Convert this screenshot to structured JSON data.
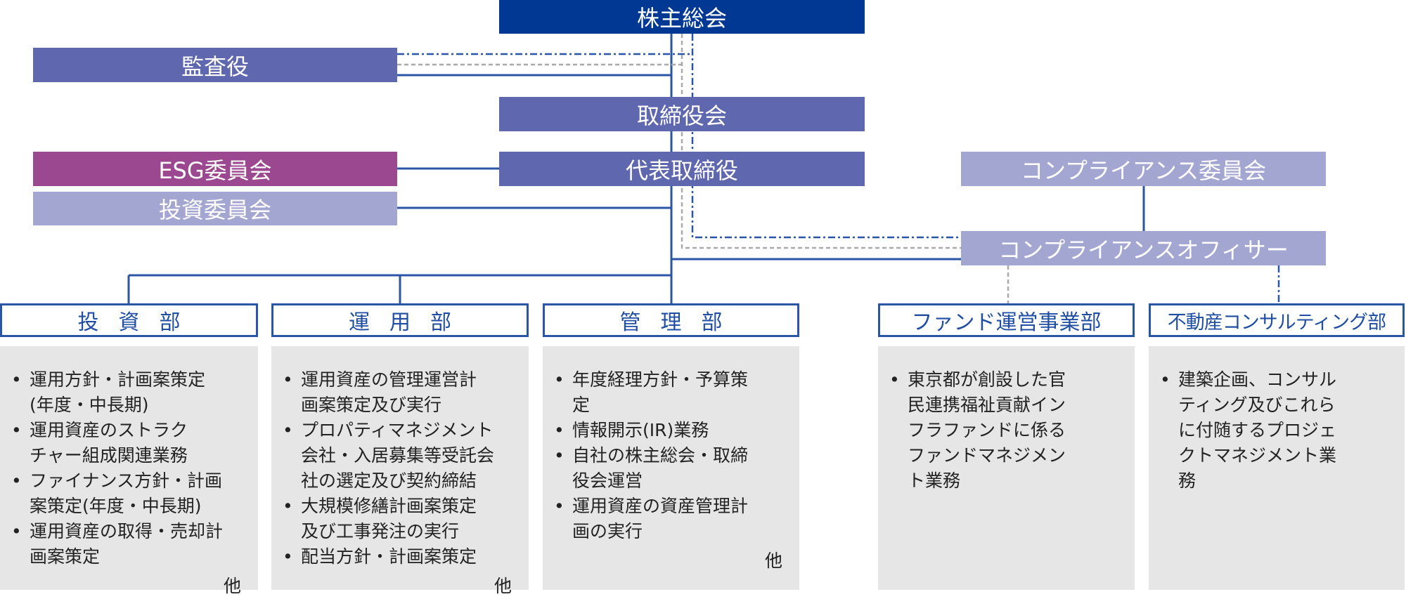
{
  "boxes": {
    "shareholders": "株主総会",
    "auditor": "監査役",
    "board": "取締役会",
    "esg": "ESG委員会",
    "president": "代表取締役",
    "investment_committee": "投資委員会",
    "compliance_committee": "コンプライアンス委員会",
    "compliance_officer": "コンプライアンスオフィサー"
  },
  "colors": {
    "dark": "#003893",
    "mid": "#5f67ae",
    "esg": "#9b4891",
    "light": "#a4a6d2",
    "line": "#2b56a6",
    "panel": "#e6e6e6"
  },
  "departments": [
    {
      "name": "投資部",
      "bullet": "•",
      "items": [
        [
          "運用方針・計画案策定",
          "(年度・中長期)"
        ],
        [
          "運用資産のストラク",
          "チャー組成関連業務"
        ],
        [
          "ファイナンス方針・計画",
          "案策定(年度・中長期)"
        ],
        [
          "運用資産の取得・売却計",
          "画案策定"
        ]
      ],
      "other": "他"
    },
    {
      "name": "運用部",
      "bullet": "•",
      "items": [
        [
          "運用資産の管理運営計",
          "画案策定及び実行"
        ],
        [
          "プロパティマネジメント",
          "会社・入居募集等受託会",
          "社の選定及び契約締結"
        ],
        [
          "大規模修繕計画案策定",
          "及び工事発注の実行"
        ],
        [
          "配当方針・計画案策定"
        ]
      ],
      "other": "他"
    },
    {
      "name": "管理部",
      "bullet": "•",
      "items": [
        [
          "年度経理方針・予算策",
          "定"
        ],
        [
          "情報開示(IR)業務"
        ],
        [
          "自社の株主総会・取締",
          "役会運営"
        ],
        [
          "運用資産の資産管理計",
          "画の実行"
        ]
      ],
      "other": "他"
    },
    {
      "name": "ファンド運営事業部",
      "bullet": "•",
      "items": [
        [
          "東京都が創設した官",
          "民連携福祉貢献イン",
          "フラファンドに係る",
          "ファンドマネジメン",
          "ト業務"
        ]
      ],
      "other": ""
    },
    {
      "name": "不動産コンサルティング部",
      "bullet": "•",
      "items": [
        [
          "建築企画、コンサル",
          "ティング及びこれら",
          "に付随するプロジェ",
          "クトマネジメント業",
          "務"
        ]
      ],
      "other": ""
    }
  ]
}
